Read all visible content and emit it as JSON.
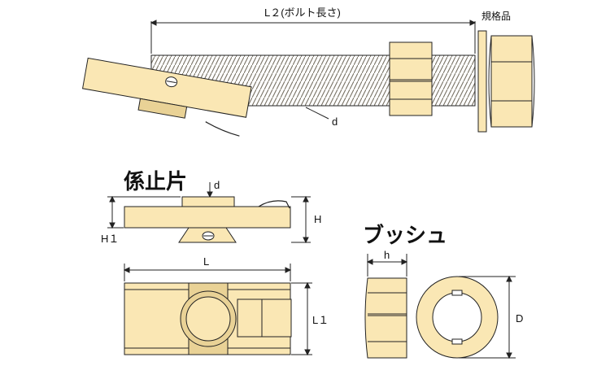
{
  "labels": {
    "bolt_length": "L２(ボルト長さ)",
    "spec_item": "規格品",
    "thread_d_top": "d",
    "catch_piece_title": "係止片",
    "catch_d": "d",
    "catch_H": "H",
    "catch_H1": "H１",
    "catch_L": "L",
    "catch_L1": "L１",
    "bush_title": "ブッシュ",
    "bush_h": "h",
    "bush_D": "D"
  },
  "colors": {
    "part_fill": "#FAE7B4",
    "part_shade": "#E9D296",
    "line": "#222222",
    "thread_shade": "#BFB08C"
  }
}
